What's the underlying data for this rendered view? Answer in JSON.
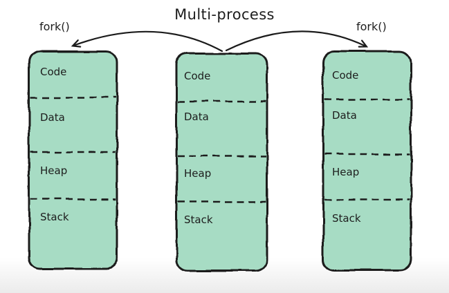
{
  "diagram": {
    "title": "Multi-process",
    "fork_left": "fork()",
    "fork_right": "fork()",
    "processes": [
      {
        "id": "child-left",
        "sections": [
          "Code",
          "Data",
          "Heap",
          "Stack"
        ]
      },
      {
        "id": "parent",
        "sections": [
          "Code",
          "Data",
          "Heap",
          "Stack"
        ]
      },
      {
        "id": "child-right",
        "sections": [
          "Code",
          "Data",
          "Heap",
          "Stack"
        ]
      }
    ],
    "colors": {
      "box_fill": "#a7dcc4",
      "box_stroke": "#1b1b1b",
      "text": "#1d1d1d",
      "background_bottom": "#ebebeb"
    }
  }
}
